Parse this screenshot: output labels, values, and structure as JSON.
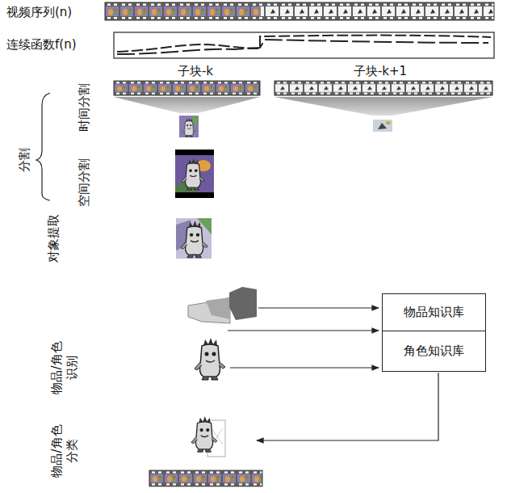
{
  "diagram": {
    "nodes": [
      {
        "text": [
          "物品知识库"
        ]
      },
      {
        "text": [
          "角色知识库"
        ]
      }
    ],
    "labels": [
      "视频序列(n)",
      "连续函数f(n)",
      "子块-k",
      "子块-k+1",
      "分割",
      "时间分割",
      "空间分割",
      "对象提取",
      "物品/角色识别",
      "物品/角色分类"
    ]
  }
}
